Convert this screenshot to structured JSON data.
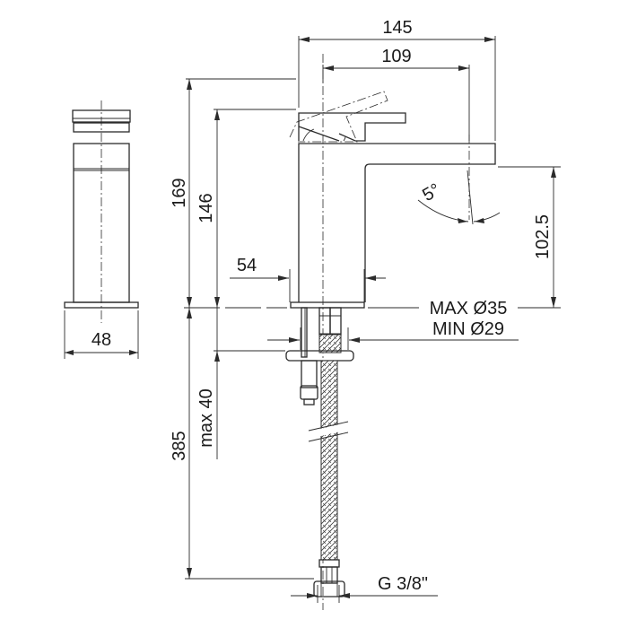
{
  "drawing": {
    "subject": "Single-lever basin mixer tap - dimension drawing",
    "units": "mm",
    "line_color": "#2b2b2b",
    "background": "#ffffff"
  },
  "dimensions": {
    "overall_depth": "145",
    "spout_reach": "109",
    "overall_height": "169",
    "spout_height_top": "146",
    "body_width": "54",
    "spout_outlet_height": "102.5",
    "spout_angle": "5°",
    "side_base_width": "48",
    "hole_max": "MAX Ø35",
    "hole_min": "MIN Ø29",
    "hose_length": "385",
    "max_deck_thickness": "max 40",
    "connection_thread": "G 3/8\""
  }
}
